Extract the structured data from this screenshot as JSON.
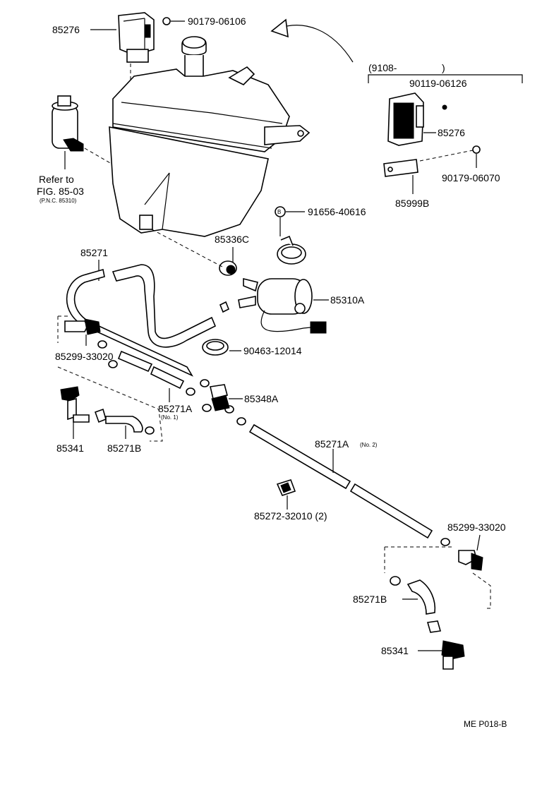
{
  "labels": {
    "pump_top_left": "85276",
    "screw_top": "90179-06106",
    "bracket_range": "(9108-",
    "bracket_range_end": ")",
    "screw_right": "90119-06126",
    "pump_right": "85276",
    "nut_right": "90179-06070",
    "bracket_right": "85999B",
    "refer_line1": "Refer to",
    "refer_line2": "FIG. 85-03",
    "refer_line3": "(P.N.C. 85310)",
    "clip_b_marker": "B",
    "clip_b": "91656-40616",
    "grommet": "85336C",
    "hose_main": "85271",
    "motor": "85310A",
    "clamp": "90463-12014",
    "nozzle_left_top": "85299-33020",
    "valve": "85348A",
    "hose_no1": "85271A",
    "hose_no1_note": "(No. 1)",
    "nozzle_left": "85341",
    "hose_b_left": "85271B",
    "hose_no2": "85271A",
    "hose_no2_note": "(No. 2)",
    "clip_hose": "85272-32010 (2)",
    "nozzle_right_top": "85299-33020",
    "hose_b_right": "85271B",
    "nozzle_right": "85341",
    "figure_code": "ME P018-B"
  }
}
